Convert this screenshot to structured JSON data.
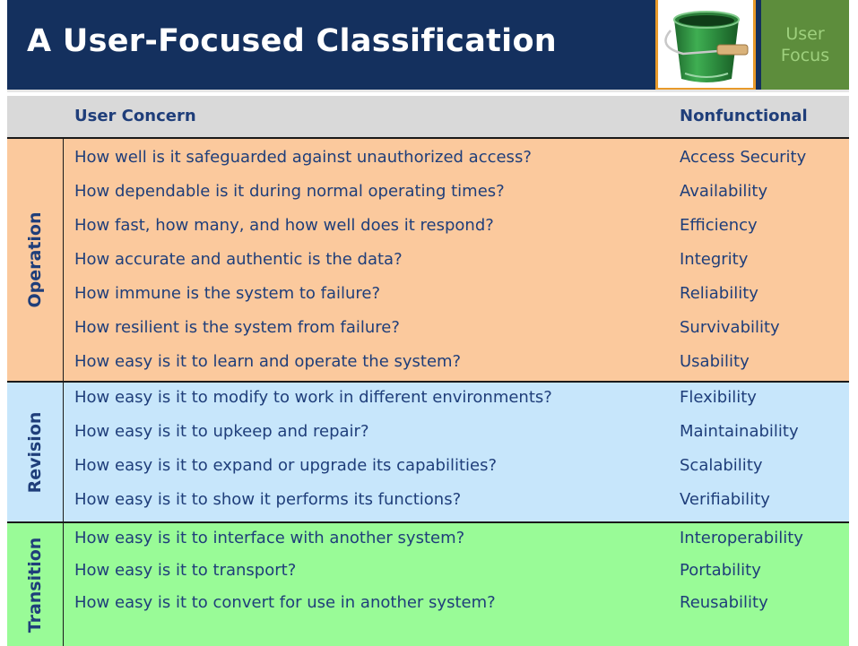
{
  "slide": {
    "title": "A User-Focused Classification",
    "focus_label_line1": "User",
    "focus_label_line2": "Focus"
  },
  "table": {
    "headers": {
      "concern": "User Concern",
      "nonfunctional": "Nonfunctional"
    },
    "groups": [
      {
        "category": "Operation",
        "color": "#fbc99d",
        "rows": [
          {
            "concern": "How well is it safeguarded against unauthorized access?",
            "nonfunctional": "Access Security"
          },
          {
            "concern": "How dependable is it during normal operating times?",
            "nonfunctional": "Availability"
          },
          {
            "concern": "How fast, how many, and how well does it respond?",
            "nonfunctional": "Efficiency"
          },
          {
            "concern": "How accurate and authentic is the data?",
            "nonfunctional": "Integrity"
          },
          {
            "concern": "How immune is the system to failure?",
            "nonfunctional": "Reliability"
          },
          {
            "concern": "How resilient is the system from failure?",
            "nonfunctional": "Survivability"
          },
          {
            "concern": "How easy is it to learn and operate the system?",
            "nonfunctional": "Usability"
          }
        ]
      },
      {
        "category": "Revision",
        "color": "#c7e6fb",
        "rows": [
          {
            "concern": "How easy is it to modify to work in different environments?",
            "nonfunctional": "Flexibility"
          },
          {
            "concern": "How easy is it to upkeep and repair?",
            "nonfunctional": "Maintainability"
          },
          {
            "concern": "How easy is it to expand or upgrade its capabilities?",
            "nonfunctional": "Scalability"
          },
          {
            "concern": "How easy is it to show it performs its functions?",
            "nonfunctional": "Verifiability"
          }
        ]
      },
      {
        "category": "Transition",
        "color": "#99fb97",
        "rows": [
          {
            "concern": "How easy is it to interface with another system?",
            "nonfunctional": "Interoperability"
          },
          {
            "concern": "How easy is it to transport?",
            "nonfunctional": "Portability"
          },
          {
            "concern": "How easy is it to convert for use in another system?",
            "nonfunctional": "Reusability"
          }
        ]
      }
    ]
  },
  "colors": {
    "header_bg": "#14305e",
    "text": "#1f3e7a",
    "focus_bg": "#5d8d3c",
    "photo_border": "#e89a2a"
  },
  "icons": {
    "photo": "green-bucket-icon"
  }
}
